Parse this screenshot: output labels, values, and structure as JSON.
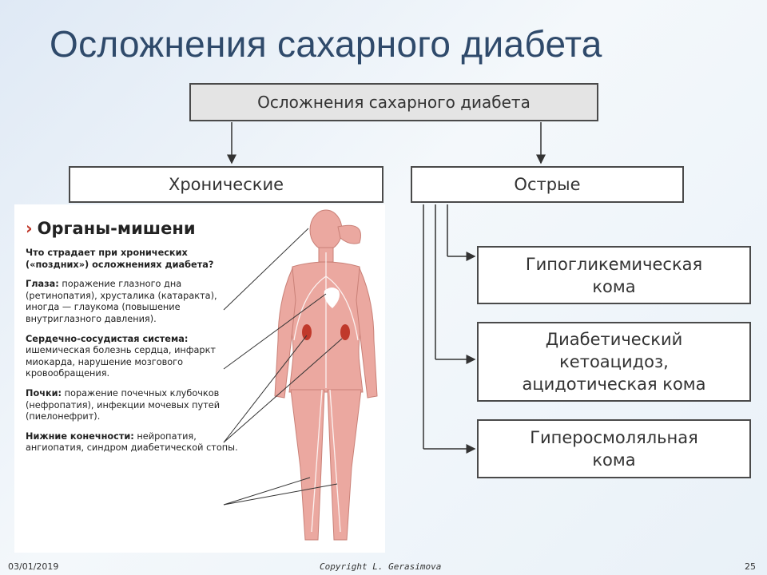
{
  "slide": {
    "title": "Осложнения сахарного диабета"
  },
  "diagram": {
    "root": "Осложнения сахарного диабета",
    "chronic": "Хронические",
    "acute": "Острые",
    "acute_items": [
      {
        "line1": "Гипогликемическая",
        "line2": "кома",
        "line3": ""
      },
      {
        "line1": "Диабетический",
        "line2": "кетоацидоз,",
        "line3": "ацидотическая кома"
      },
      {
        "line1": "Гиперосмоляльная",
        "line2": "кома",
        "line3": ""
      }
    ]
  },
  "panel": {
    "heading": "Органы-мишени",
    "intro": "Что страдает при хронических («поздних») осложнениях диабета?",
    "items": [
      {
        "label": "Глаза:",
        "text": " поражение глазного дна (ретинопатия), хрусталика (катаракта), иногда — глаукома (повышение внутриглазного давления)."
      },
      {
        "label": "Сердечно-сосудистая система:",
        "text": " ишемическая болезнь сердца, инфаркт миокарда, нарушение мозгового кровообращения."
      },
      {
        "label": "Почки:",
        "text": " поражение почечных клубочков (нефропатия), инфекции мочевых путей (пиелонефрит)."
      },
      {
        "label": "Нижние конечности:",
        "text": " нейропатия, ангиопатия, синдром диабетической стопы."
      }
    ]
  },
  "footer": {
    "date": "03/01/2019",
    "copyright": "Copyright L. Gerasimova",
    "page": "25"
  },
  "colors": {
    "title": "#2f4a6b",
    "body_figure": "#eba8a0",
    "kidney": "#c0392b"
  }
}
